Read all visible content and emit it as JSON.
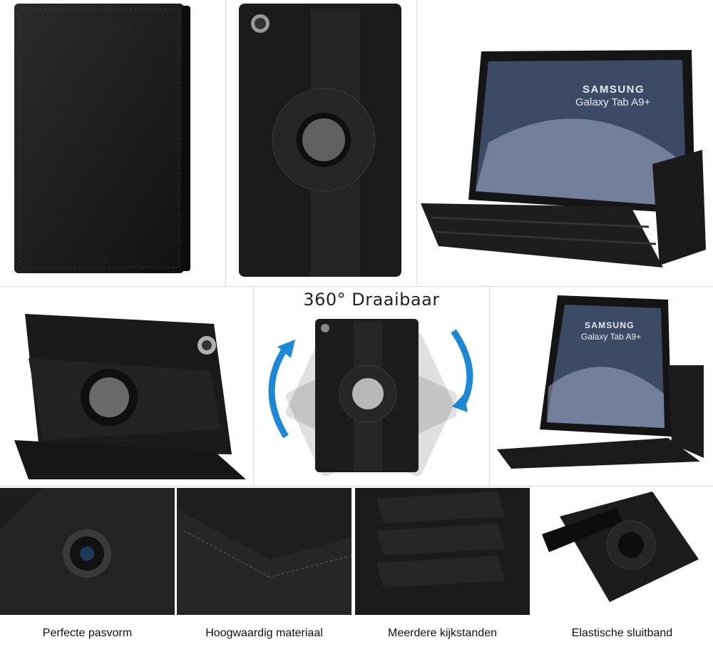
{
  "headline": "360° Draaibaar",
  "tablet": {
    "brand": "SAMSUNG",
    "model": "Galaxy Tab A9+"
  },
  "captions": [
    "Perfecte pasvorm",
    "Hoogwaardig materiaal",
    "Meerdere kijkstanden",
    "Elastische sluitband"
  ],
  "colors": {
    "leather": "#1a1a1a",
    "leather_highlight": "#2e2e2e",
    "screen": "#3d4a66",
    "arrow": "#1e88d8"
  }
}
